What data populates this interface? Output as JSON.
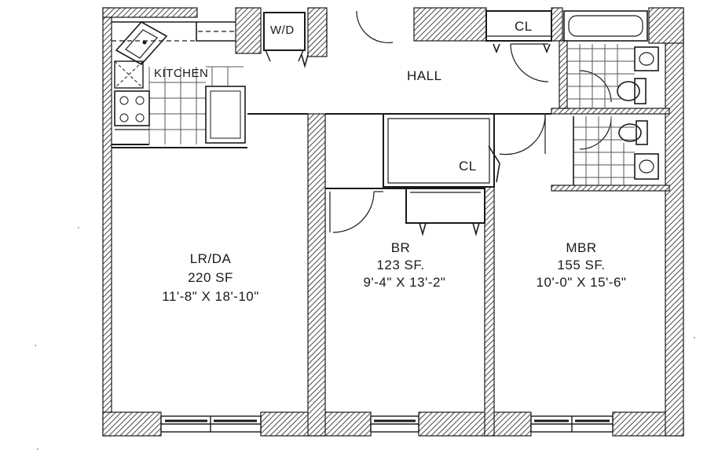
{
  "rooms": {
    "kitchen": {
      "name": "KITCHEN"
    },
    "wd": {
      "name": "W/D"
    },
    "hall": {
      "name": "HALL"
    },
    "closet_top": {
      "name": "CL"
    },
    "closet_mid": {
      "name": "CL"
    },
    "living": {
      "name": "LR/DA",
      "area": "220 SF",
      "dims": "11'-8\" X 18'-10\""
    },
    "bedroom": {
      "name": "BR",
      "area": "123 SF.",
      "dims": "9'-4\" X 13'-2\""
    },
    "master": {
      "name": "MBR",
      "area": "155 SF.",
      "dims": "10'-0\" X 15'-6\""
    }
  },
  "colors": {
    "line": "#1a1a1a",
    "paper": "#ffffff"
  }
}
